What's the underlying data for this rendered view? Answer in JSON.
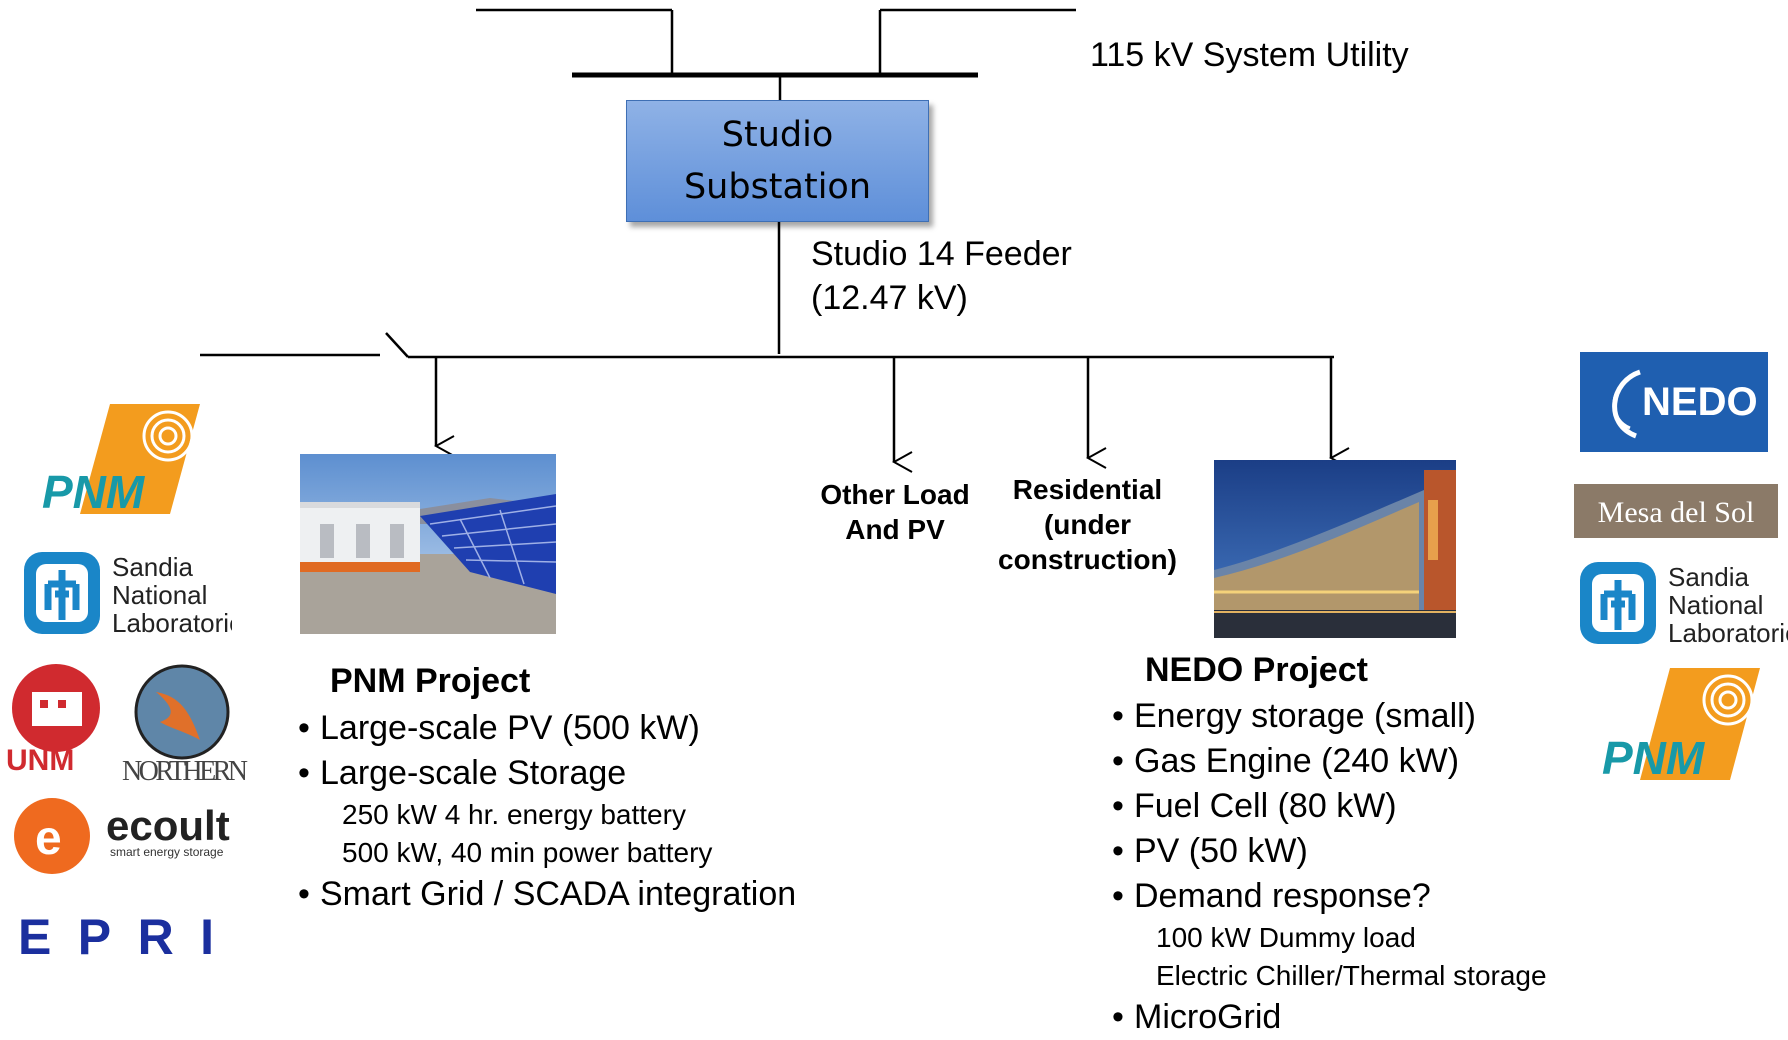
{
  "utility_label": "115  kV System Utility",
  "substation": {
    "line1": "Studio",
    "line2": "Substation"
  },
  "feeder": {
    "line1": "Studio 14 Feeder",
    "line2": "(12.47 kV)"
  },
  "loads": {
    "other": {
      "line1": "Other Load",
      "line2": "And PV"
    },
    "residential": {
      "line1": "Residential",
      "line2": "(under",
      "line3": "construction)"
    }
  },
  "pnm_project": {
    "title": "PNM Project",
    "items": [
      "Large-scale PV (500 kW)",
      "Large-scale Storage",
      "250 kW 4 hr. energy battery",
      "500 kW, 40 min power battery",
      "Smart Grid / SCADA integration"
    ]
  },
  "nedo_project": {
    "title": "NEDO Project",
    "items": [
      "Energy storage (small)",
      "Gas Engine (240 kW)",
      "Fuel Cell (80 kW)",
      "PV (50 kW)",
      "Demand response?",
      "100 kW Dummy load",
      "Electric Chiller/Thermal storage",
      "MicroGrid"
    ]
  },
  "logos": {
    "pnm": "PNM",
    "sandia": [
      "Sandia",
      "National",
      "Laboratories"
    ],
    "unm": "UNM",
    "northern": "NORTHERN",
    "ecoult": {
      "name": "ecoult",
      "tagline": "smart energy storage"
    },
    "epri": "EPRI",
    "nedo": "NEDO",
    "mesa": "Mesa del Sol"
  },
  "colors": {
    "substation_fill": "#6f9de0",
    "pnm_orange": "#f39c1e",
    "pnm_teal": "#1899a8",
    "nedo_blue": "#1f5fb0",
    "sandia_blue": "#1a86c8"
  }
}
